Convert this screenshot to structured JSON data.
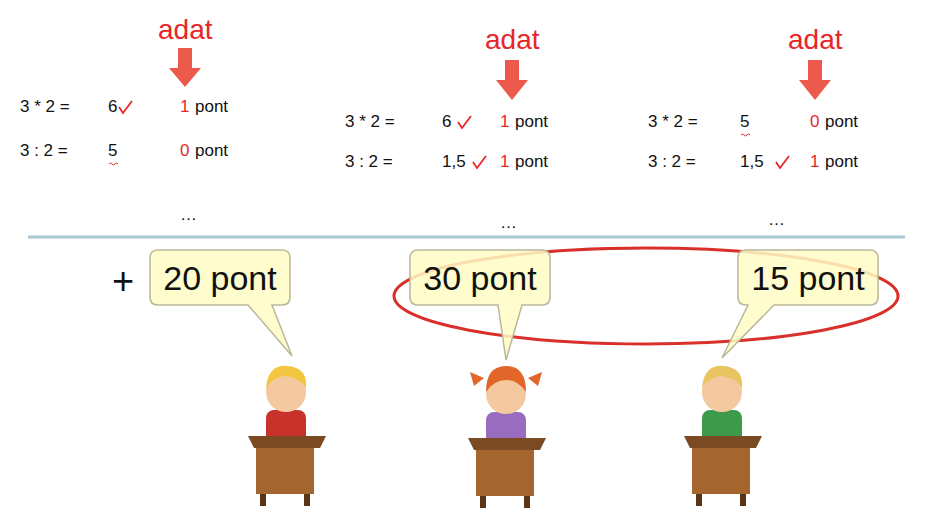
{
  "diagram": {
    "nodes": [
      {
        "text": [
          "20 pont"
        ]
      },
      {
        "text": [
          "30 pont"
        ]
      },
      {
        "text": [
          "15 pont"
        ]
      }
    ],
    "labels": [
      "adat",
      "3 * 2 =",
      "6",
      "1",
      "pont",
      "3 : 2 =",
      "5",
      "0",
      "pont",
      "…",
      "adat",
      "3 * 2 =",
      "6",
      "1",
      "pont",
      "3 : 2 =",
      "1,5",
      "1",
      "pont",
      "…",
      "adat",
      "3 * 2 =",
      "5",
      "0",
      "pont",
      "3 : 2 =",
      "1,5",
      "1",
      "pont",
      "…",
      "+"
    ]
  }
}
